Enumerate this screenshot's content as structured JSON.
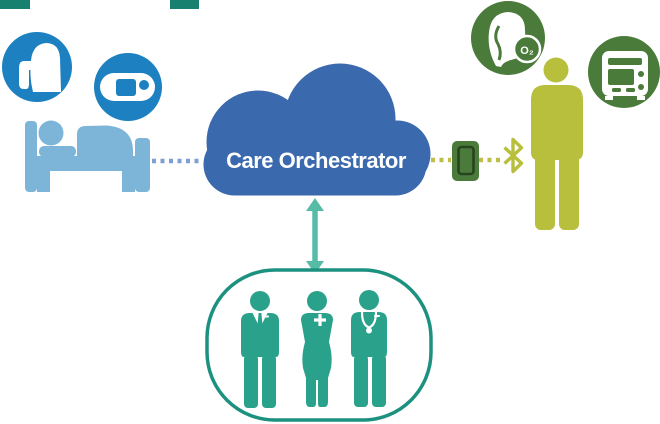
{
  "cloud": {
    "label": "Care Orchestrator",
    "fill": "#3b69ad",
    "text_color": "#ffffff"
  },
  "left_cluster": {
    "icons": [
      "patient-head-inhaler-icon",
      "therapy-device-icon",
      "patient-in-bed-icon"
    ],
    "connector": "dotted-line-to-cloud"
  },
  "right_cluster": {
    "oxygen_label": "O₂",
    "icons": [
      "respiratory-oxygen-icon",
      "transport-bus-icon",
      "mobile-device-icon",
      "bluetooth-icon",
      "standing-patient-icon"
    ],
    "connector": "dotted-line-from-cloud"
  },
  "care_team": {
    "icons": [
      "care-manager-icon",
      "nurse-icon",
      "physician-icon"
    ],
    "connector": "double-headed-arrow-from-cloud"
  },
  "colors": {
    "blue_circle": "#1d81c1",
    "bed_light_blue": "#7cb5d8",
    "dash_blue": "#7f9fd4",
    "cloud_blue": "#3b69ad",
    "olive_green": "#b7bf3d",
    "dash_olive": "#c0bd4a",
    "dark_green": "#4b7b3a",
    "phone_screen_outline": "#26441f",
    "teal_figure": "#2aa28b",
    "teal_border": "#1d9180",
    "teal_arrow": "#56bba7",
    "corner_mark_teal": "#18806e",
    "white": "#ffffff"
  }
}
